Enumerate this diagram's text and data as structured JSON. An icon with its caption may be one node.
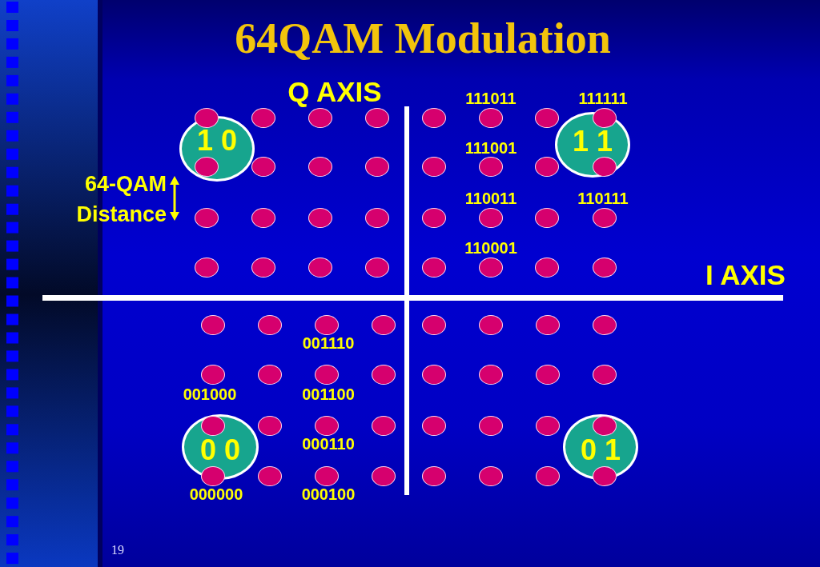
{
  "diagram": {
    "title": "64QAM Modulation",
    "nodes": [
      {
        "text": [
          "1 0"
        ]
      },
      {
        "text": [
          "1 1"
        ]
      },
      {
        "text": [
          "0 0"
        ]
      },
      {
        "text": [
          "0 1"
        ]
      }
    ],
    "labels": [
      "Q AXIS",
      "111011",
      "111111",
      "111001",
      "64-QAM Distance",
      "110011",
      "110111",
      "110001",
      "I AXIS",
      "001110",
      "001000",
      "001100",
      "000110",
      "000000",
      "000100",
      "19"
    ]
  }
}
